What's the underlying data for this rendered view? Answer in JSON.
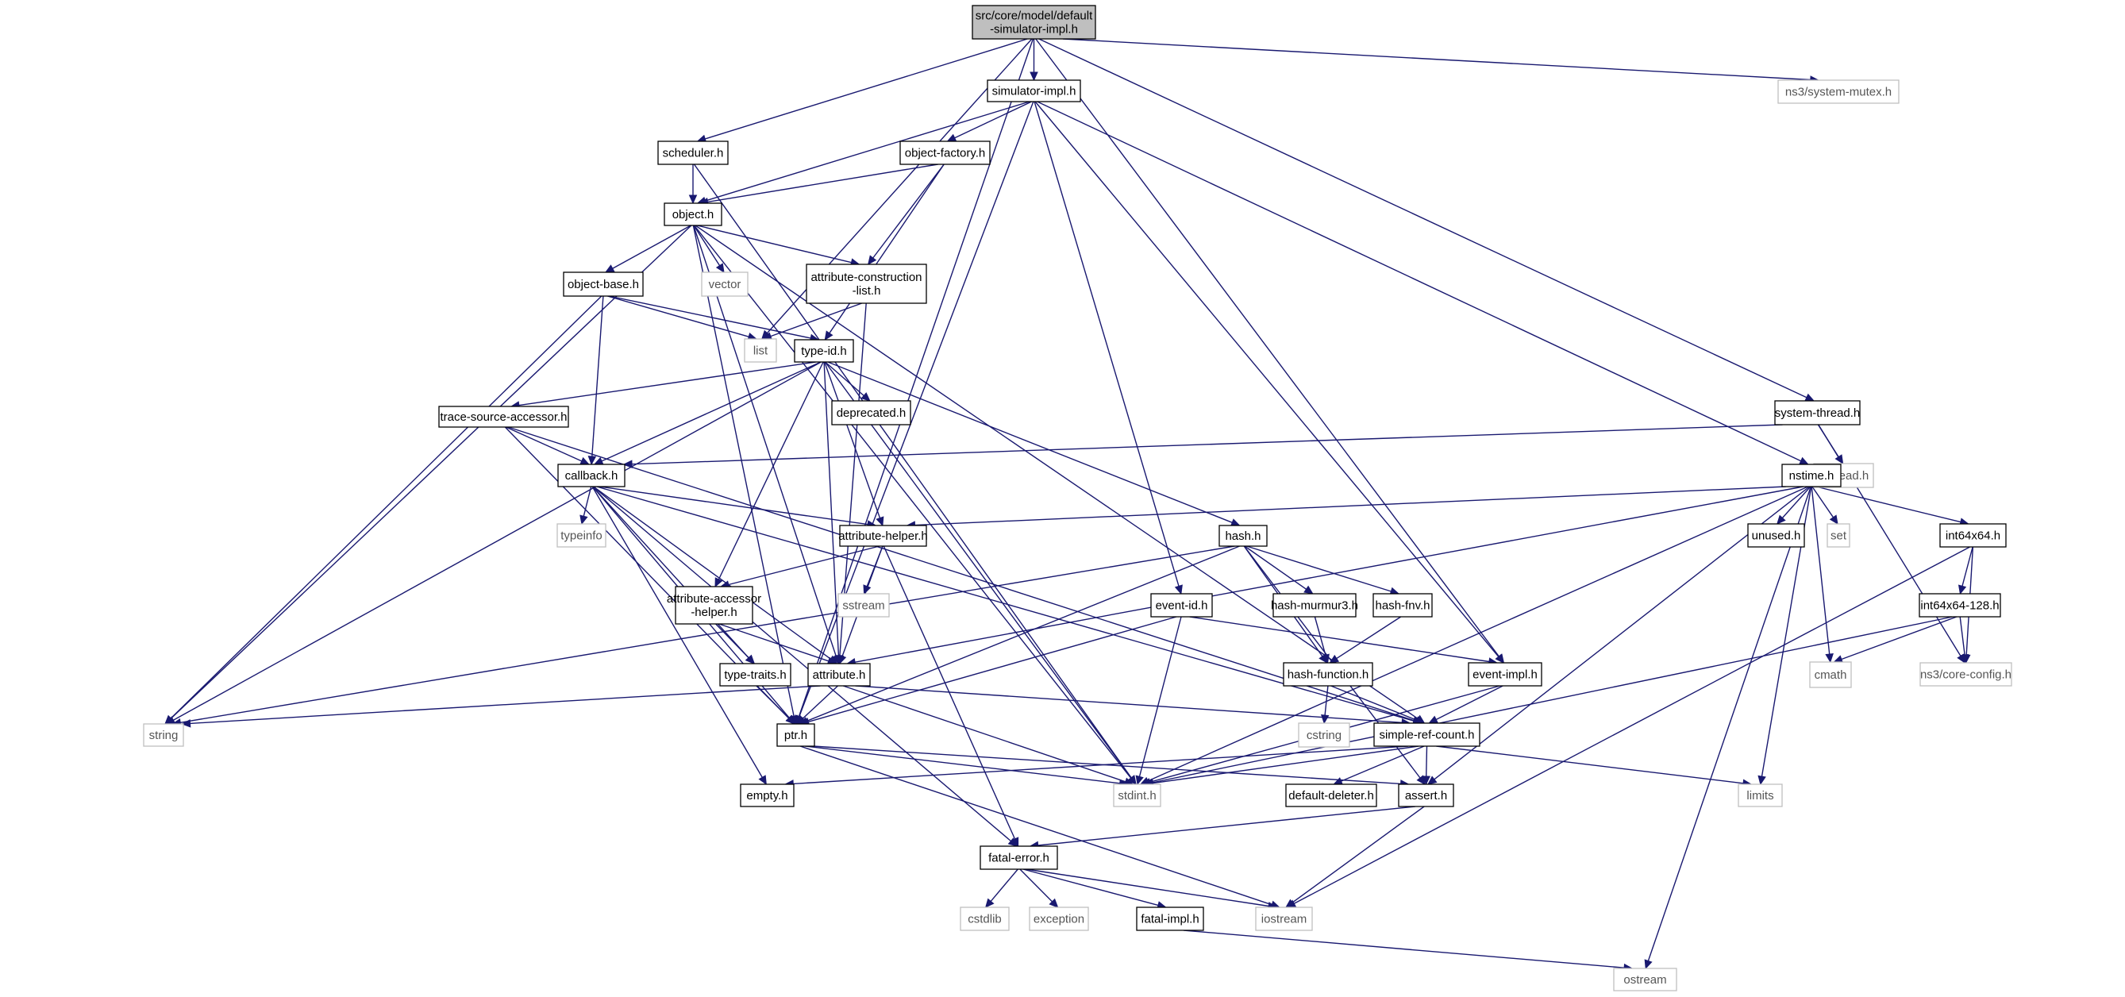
{
  "colors": {
    "edge": "#191970",
    "node_border": "#000000",
    "external_border": "#bfbfbf",
    "root_fill": "#bfbfbf",
    "external_text": "#555555"
  },
  "nodes": [
    {
      "id": "root",
      "lines": [
        "src/core/model/default",
        "-simulator-impl.h"
      ],
      "kind": "root"
    },
    {
      "id": "mutex",
      "lines": [
        "ns3/system-mutex.h"
      ],
      "kind": "external"
    },
    {
      "id": "simimpl",
      "lines": [
        "simulator-impl.h"
      ],
      "kind": "file"
    },
    {
      "id": "scheduler",
      "lines": [
        "scheduler.h"
      ],
      "kind": "file"
    },
    {
      "id": "objfactory",
      "lines": [
        "object-factory.h"
      ],
      "kind": "file"
    },
    {
      "id": "object",
      "lines": [
        "object.h"
      ],
      "kind": "file"
    },
    {
      "id": "vector",
      "lines": [
        "vector"
      ],
      "kind": "external"
    },
    {
      "id": "objbase",
      "lines": [
        "object-base.h"
      ],
      "kind": "file"
    },
    {
      "id": "attrcl",
      "lines": [
        "attribute-construction",
        "-list.h"
      ],
      "kind": "file"
    },
    {
      "id": "list",
      "lines": [
        "list"
      ],
      "kind": "external"
    },
    {
      "id": "typeid",
      "lines": [
        "type-id.h"
      ],
      "kind": "file"
    },
    {
      "id": "tsa",
      "lines": [
        "trace-source-accessor.h"
      ],
      "kind": "file"
    },
    {
      "id": "deprecated",
      "lines": [
        "deprecated.h"
      ],
      "kind": "file"
    },
    {
      "id": "systhread",
      "lines": [
        "system-thread.h"
      ],
      "kind": "file"
    },
    {
      "id": "callback",
      "lines": [
        "callback.h"
      ],
      "kind": "file"
    },
    {
      "id": "pthread",
      "lines": [
        "pthread.h"
      ],
      "kind": "external"
    },
    {
      "id": "nstime",
      "lines": [
        "nstime.h"
      ],
      "kind": "file"
    },
    {
      "id": "typeinfo",
      "lines": [
        "typeinfo"
      ],
      "kind": "external"
    },
    {
      "id": "attrhelper",
      "lines": [
        "attribute-helper.h"
      ],
      "kind": "file"
    },
    {
      "id": "hash",
      "lines": [
        "hash.h"
      ],
      "kind": "file"
    },
    {
      "id": "unused",
      "lines": [
        "unused.h"
      ],
      "kind": "file"
    },
    {
      "id": "set",
      "lines": [
        "set"
      ],
      "kind": "external"
    },
    {
      "id": "int64x64",
      "lines": [
        "int64x64.h"
      ],
      "kind": "file"
    },
    {
      "id": "aah",
      "lines": [
        "attribute-accessor",
        "-helper.h"
      ],
      "kind": "file"
    },
    {
      "id": "sstream",
      "lines": [
        "sstream"
      ],
      "kind": "external"
    },
    {
      "id": "murmur",
      "lines": [
        "hash-murmur3.h"
      ],
      "kind": "file"
    },
    {
      "id": "fnv",
      "lines": [
        "hash-fnv.h"
      ],
      "kind": "file"
    },
    {
      "id": "eventid",
      "lines": [
        "event-id.h"
      ],
      "kind": "file"
    },
    {
      "id": "int128",
      "lines": [
        "int64x64-128.h"
      ],
      "kind": "file"
    },
    {
      "id": "typetraits",
      "lines": [
        "type-traits.h"
      ],
      "kind": "file"
    },
    {
      "id": "attribute",
      "lines": [
        "attribute.h"
      ],
      "kind": "file"
    },
    {
      "id": "hashfn",
      "lines": [
        "hash-function.h"
      ],
      "kind": "file"
    },
    {
      "id": "eventimpl",
      "lines": [
        "event-impl.h"
      ],
      "kind": "file"
    },
    {
      "id": "cmath",
      "lines": [
        "cmath"
      ],
      "kind": "external"
    },
    {
      "id": "coreconfig",
      "lines": [
        "ns3/core-config.h"
      ],
      "kind": "external"
    },
    {
      "id": "string",
      "lines": [
        "string"
      ],
      "kind": "external"
    },
    {
      "id": "ptr",
      "lines": [
        "ptr.h"
      ],
      "kind": "file"
    },
    {
      "id": "cstring",
      "lines": [
        "cstring"
      ],
      "kind": "external"
    },
    {
      "id": "src",
      "lines": [
        "simple-ref-count.h"
      ],
      "kind": "file"
    },
    {
      "id": "empty",
      "lines": [
        "empty.h"
      ],
      "kind": "file"
    },
    {
      "id": "stdint",
      "lines": [
        "stdint.h"
      ],
      "kind": "external"
    },
    {
      "id": "defdel",
      "lines": [
        "default-deleter.h"
      ],
      "kind": "file"
    },
    {
      "id": "assert",
      "lines": [
        "assert.h"
      ],
      "kind": "file"
    },
    {
      "id": "limits",
      "lines": [
        "limits"
      ],
      "kind": "external"
    },
    {
      "id": "fatalerror",
      "lines": [
        "fatal-error.h"
      ],
      "kind": "file"
    },
    {
      "id": "cstdlib",
      "lines": [
        "cstdlib"
      ],
      "kind": "external"
    },
    {
      "id": "exception",
      "lines": [
        "exception"
      ],
      "kind": "external"
    },
    {
      "id": "fatalimpl",
      "lines": [
        "fatal-impl.h"
      ],
      "kind": "file"
    },
    {
      "id": "iostream",
      "lines": [
        "iostream"
      ],
      "kind": "external"
    },
    {
      "id": "ostream",
      "lines": [
        "ostream"
      ],
      "kind": "external"
    }
  ],
  "edges": [
    [
      "root",
      "simimpl"
    ],
    [
      "root",
      "scheduler"
    ],
    [
      "root",
      "list"
    ],
    [
      "root",
      "ptr"
    ],
    [
      "root",
      "mutex"
    ],
    [
      "root",
      "systhread"
    ],
    [
      "root",
      "eventimpl"
    ],
    [
      "simimpl",
      "objfactory"
    ],
    [
      "simimpl",
      "object"
    ],
    [
      "simimpl",
      "ptr"
    ],
    [
      "simimpl",
      "eventid"
    ],
    [
      "simimpl",
      "eventimpl"
    ],
    [
      "simimpl",
      "nstime"
    ],
    [
      "scheduler",
      "object"
    ],
    [
      "scheduler",
      "stdint"
    ],
    [
      "objfactory",
      "object"
    ],
    [
      "objfactory",
      "attrcl"
    ],
    [
      "objfactory",
      "typeid"
    ],
    [
      "object",
      "objbase"
    ],
    [
      "object",
      "vector"
    ],
    [
      "object",
      "attrcl"
    ],
    [
      "object",
      "attribute"
    ],
    [
      "object",
      "string"
    ],
    [
      "object",
      "ptr"
    ],
    [
      "object",
      "stdint"
    ],
    [
      "object",
      "src"
    ],
    [
      "objbase",
      "list"
    ],
    [
      "objbase",
      "typeid"
    ],
    [
      "objbase",
      "callback"
    ],
    [
      "objbase",
      "string"
    ],
    [
      "attrcl",
      "list"
    ],
    [
      "attrcl",
      "attribute"
    ],
    [
      "typeid",
      "tsa"
    ],
    [
      "typeid",
      "callback"
    ],
    [
      "typeid",
      "deprecated"
    ],
    [
      "typeid",
      "aah"
    ],
    [
      "typeid",
      "attrhelper"
    ],
    [
      "typeid",
      "attribute"
    ],
    [
      "typeid",
      "hash"
    ],
    [
      "typeid",
      "stdint"
    ],
    [
      "typeid",
      "string"
    ],
    [
      "tsa",
      "callback"
    ],
    [
      "tsa",
      "ptr"
    ],
    [
      "tsa",
      "src"
    ],
    [
      "systhread",
      "callback"
    ],
    [
      "systhread",
      "pthread"
    ],
    [
      "systhread",
      "coreconfig"
    ],
    [
      "callback",
      "typeinfo"
    ],
    [
      "callback",
      "attrhelper"
    ],
    [
      "callback",
      "attribute"
    ],
    [
      "callback",
      "typetraits"
    ],
    [
      "callback",
      "ptr"
    ],
    [
      "callback",
      "empty"
    ],
    [
      "callback",
      "fatalerror"
    ],
    [
      "callback",
      "src"
    ],
    [
      "nstime",
      "attrhelper"
    ],
    [
      "nstime",
      "attribute"
    ],
    [
      "nstime",
      "unused"
    ],
    [
      "nstime",
      "set"
    ],
    [
      "nstime",
      "int64x64"
    ],
    [
      "nstime",
      "cmath"
    ],
    [
      "nstime",
      "stdint"
    ],
    [
      "nstime",
      "assert"
    ],
    [
      "nstime",
      "limits"
    ],
    [
      "nstime",
      "ostream"
    ],
    [
      "attrhelper",
      "aah"
    ],
    [
      "attrhelper",
      "sstream"
    ],
    [
      "attrhelper",
      "attribute"
    ],
    [
      "attrhelper",
      "fatalerror"
    ],
    [
      "hash",
      "murmur"
    ],
    [
      "hash",
      "fnv"
    ],
    [
      "hash",
      "hashfn"
    ],
    [
      "hash",
      "string"
    ],
    [
      "hash",
      "assert"
    ],
    [
      "hash",
      "ptr"
    ],
    [
      "int64x64",
      "int128"
    ],
    [
      "int64x64",
      "coreconfig"
    ],
    [
      "int64x64",
      "iostream"
    ],
    [
      "int128",
      "cmath"
    ],
    [
      "int128",
      "coreconfig"
    ],
    [
      "int128",
      "stdint"
    ],
    [
      "aah",
      "typetraits"
    ],
    [
      "aah",
      "attribute"
    ],
    [
      "murmur",
      "hashfn"
    ],
    [
      "fnv",
      "hashfn"
    ],
    [
      "eventid",
      "ptr"
    ],
    [
      "eventid",
      "stdint"
    ],
    [
      "eventid",
      "eventimpl"
    ],
    [
      "typetraits",
      "ptr"
    ],
    [
      "attribute",
      "ptr"
    ],
    [
      "attribute",
      "string"
    ],
    [
      "attribute",
      "stdint"
    ],
    [
      "attribute",
      "src"
    ],
    [
      "hashfn",
      "cstring"
    ],
    [
      "hashfn",
      "src"
    ],
    [
      "eventimpl",
      "src"
    ],
    [
      "eventimpl",
      "stdint"
    ],
    [
      "ptr",
      "stdint"
    ],
    [
      "ptr",
      "assert"
    ],
    [
      "ptr",
      "iostream"
    ],
    [
      "src",
      "empty"
    ],
    [
      "src",
      "defdel"
    ],
    [
      "src",
      "assert"
    ],
    [
      "src",
      "stdint"
    ],
    [
      "src",
      "limits"
    ],
    [
      "assert",
      "fatalerror"
    ],
    [
      "assert",
      "iostream"
    ],
    [
      "fatalerror",
      "cstdlib"
    ],
    [
      "fatalerror",
      "exception"
    ],
    [
      "fatalerror",
      "fatalimpl"
    ],
    [
      "fatalerror",
      "iostream"
    ],
    [
      "fatalimpl",
      "ostream"
    ]
  ]
}
